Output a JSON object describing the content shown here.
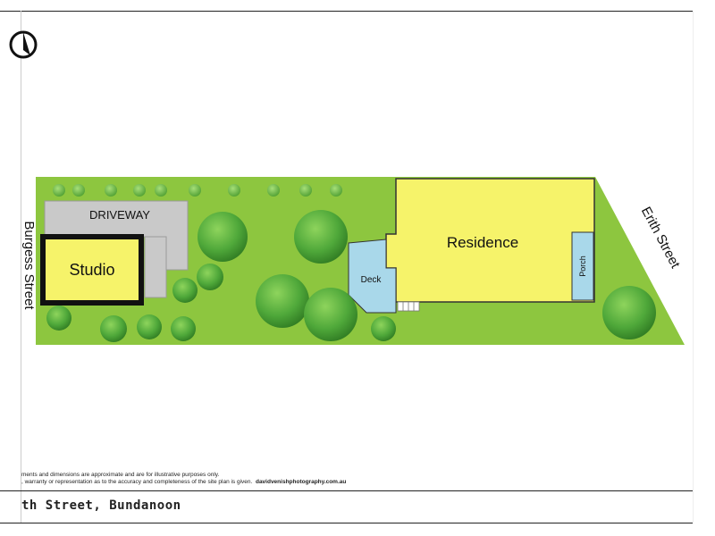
{
  "labels": {
    "driveway": "DRIVEWAY",
    "studio": "Studio",
    "residence": "Residence",
    "deck": "Deck",
    "porch": "Porch",
    "street_right": "Erith Street",
    "street_left": "Burgess Street"
  },
  "footer": {
    "disclaimer_line1": "ments and dimensions are approximate and are for illustrative purposes only.",
    "disclaimer_line2": ", warranty or representation as to the accuracy and completeness of the site plan is given.",
    "website": "davidvenishphotography.com.au",
    "address": "th Street, Bundanoon"
  },
  "colors": {
    "lawn": "#8dc63f",
    "building": "#f6f36a",
    "deck": "#a9d8ea",
    "driveway": "#c9c9c9",
    "tree": "#4fa83a"
  },
  "icons": [
    "north-arrow-icon"
  ]
}
